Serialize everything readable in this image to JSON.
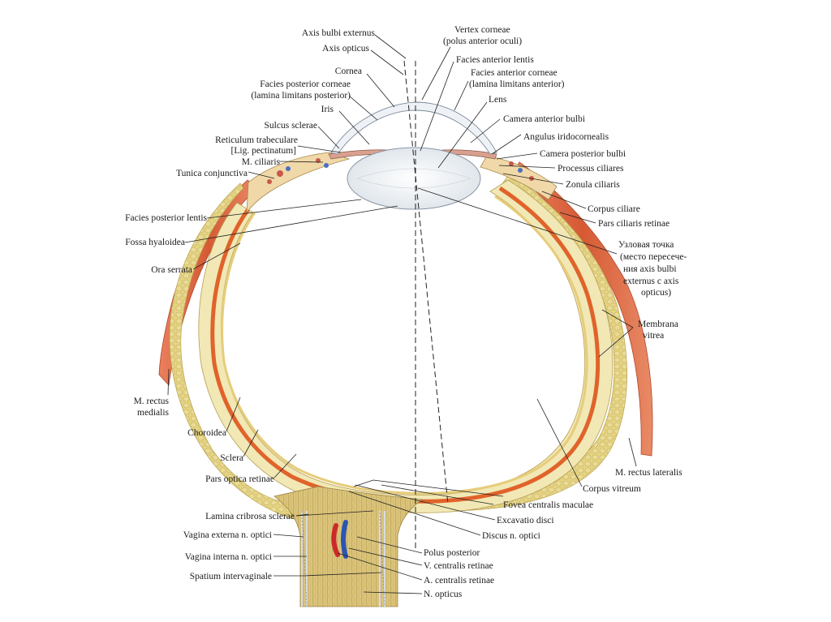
{
  "labels": {
    "axis_bulbi_externus": "Axis bulbi externus",
    "axis_opticus": "Axis opticus",
    "cornea": "Cornea",
    "facies_posterior_corneae_1": "Facies posterior corneae",
    "facies_posterior_corneae_2": "(lamina limitans posterior)",
    "iris": "Iris",
    "sulcus_sclerae": "Sulcus sclerae",
    "reticulum_trabeculare_1": "Reticulum trabeculare",
    "reticulum_trabeculare_2": "[Lig. pectinatum]",
    "m_ciliaris": "M. ciliaris",
    "tunica_conjunctiva": "Tunica conjunctiva",
    "facies_posterior_lentis": "Facies posterior lentis",
    "fossa_hyaloidea": "Fossa hyaloidea",
    "ora_serrata": "Ora serrata",
    "m_rectus_medialis_1": "M. rectus",
    "m_rectus_medialis_2": "medialis",
    "choroidea": "Choroidea",
    "sclera": "Sclera",
    "pars_optica_retinae": "Pars optica retinae",
    "lamina_cribrosa": "Lamina cribrosa sclerae",
    "vagina_externa": "Vagina externa n. optici",
    "vagina_interna": "Vagina interna n. optici",
    "spatium_intervaginale": "Spatium intervaginale",
    "vertex_corneae_1": "Vertex corneae",
    "vertex_corneae_2": "(polus anterior oculi)",
    "facies_anterior_lentis": "Facies anterior lentis",
    "facies_anterior_corneae_1": "Facies anterior corneae",
    "facies_anterior_corneae_2": "(lamina limitans anterior)",
    "lens": "Lens",
    "camera_anterior": "Camera anterior bulbi",
    "angulus_iridocornealis": "Angulus iridocornealis",
    "camera_posterior": "Camera posterior bulbi",
    "processus_ciliares": "Processus ciliares",
    "zonula_ciliaris": "Zonula ciliaris",
    "corpus_ciliare": "Corpus ciliare",
    "pars_ciliaris_retinae": "Pars ciliaris retinae",
    "nodal_point_1": "Узловая точка",
    "nodal_point_2": "(место пересече-",
    "nodal_point_3": "ния axis bulbi",
    "nodal_point_4": "externus с axis",
    "nodal_point_5": "opticus)",
    "membrana_vitrea_1": "Membrana",
    "membrana_vitrea_2": "vitrea",
    "m_rectus_lateralis": "M. rectus lateralis",
    "corpus_vitreum": "Corpus vitreum",
    "fovea_centralis": "Fovea centralis maculae",
    "excavatio_disci": "Excavatio disci",
    "discus_n_optici": "Discus n. optici",
    "polus_posterior": "Polus posterior",
    "v_centralis_retinae": "V. centralis retinae",
    "a_centralis_retinae": "A. centralis retinae",
    "n_opticus": "N. opticus"
  },
  "colors": {
    "muscle": "#d9643f",
    "sclera": "#efe5a8",
    "choroid": "#e06a2e",
    "fat": "#e2cf7a",
    "nerve": "#d8c37a",
    "vein": "#2b55b5",
    "artery": "#cc2a2a"
  }
}
